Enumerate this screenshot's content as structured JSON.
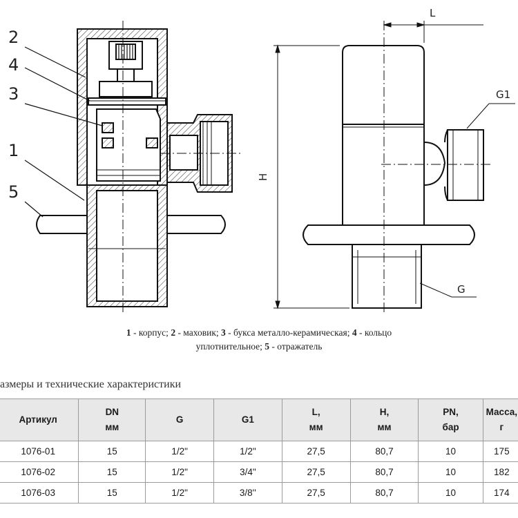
{
  "parts_labels": [
    "2",
    "4",
    "3",
    "1",
    "5"
  ],
  "dims": {
    "L": "L",
    "H": "H",
    "G1": "G1",
    "G": "G"
  },
  "caption": [
    {
      "num": "1",
      "text": " - корпус; "
    },
    {
      "num": "2",
      "text": " - маховик; "
    },
    {
      "num": "3",
      "text": " - букса металло-керамическая; "
    },
    {
      "num": "4",
      "text": " - кольцо уплотнительное; "
    },
    {
      "num": "5",
      "text": " - отражатель"
    }
  ],
  "table_title": "азмеры и технические характеристики",
  "table": {
    "headers": [
      [
        "Артикул"
      ],
      [
        "DN",
        "мм"
      ],
      [
        "G"
      ],
      [
        "G1"
      ],
      [
        "L,",
        "мм"
      ],
      [
        "H,",
        "мм"
      ],
      [
        "PN,",
        "бар"
      ],
      [
        "Масса,",
        "г"
      ]
    ],
    "rows": [
      [
        "1076-01",
        "15",
        "1/2\"",
        "1/2\"",
        "27,5",
        "80,7",
        "10",
        "175"
      ],
      [
        "1076-02",
        "15",
        "1/2\"",
        "3/4\"",
        "27,5",
        "80,7",
        "10",
        "182"
      ],
      [
        "1076-03",
        "15",
        "1/2\"",
        "3/8''",
        "27,5",
        "80,7",
        "10",
        "174"
      ]
    ]
  }
}
